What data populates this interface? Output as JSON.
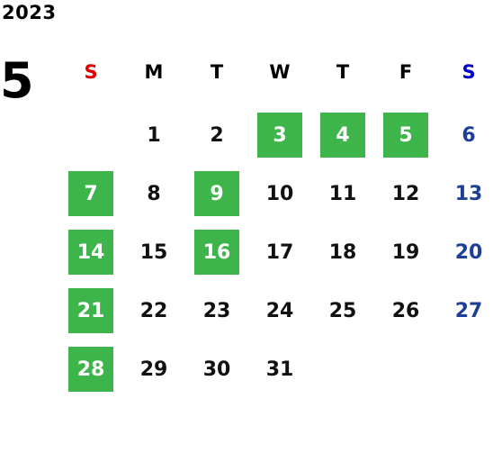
{
  "year": "2023",
  "month": "5",
  "weekdays": [
    "S",
    "M",
    "T",
    "W",
    "T",
    "F",
    "S"
  ],
  "highlight_color": "#3db54a",
  "sunday_header_color": "#e00000",
  "saturday_header_color": "#0000d0",
  "saturday_date_color": "#1f3f96",
  "weeks": [
    [
      null,
      "1",
      "2",
      "3",
      "4",
      "5",
      "6"
    ],
    [
      "7",
      "8",
      "9",
      "10",
      "11",
      "12",
      "13"
    ],
    [
      "14",
      "15",
      "16",
      "17",
      "18",
      "19",
      "20"
    ],
    [
      "21",
      "22",
      "23",
      "24",
      "25",
      "26",
      "27"
    ],
    [
      "28",
      "29",
      "30",
      "31",
      null,
      null,
      null
    ]
  ],
  "highlighted": [
    [
      false,
      false,
      false,
      true,
      true,
      true,
      false
    ],
    [
      true,
      false,
      true,
      false,
      false,
      false,
      false
    ],
    [
      true,
      false,
      true,
      false,
      false,
      false,
      false
    ],
    [
      true,
      false,
      false,
      false,
      false,
      false,
      false
    ],
    [
      true,
      false,
      false,
      false,
      false,
      false,
      false
    ]
  ]
}
